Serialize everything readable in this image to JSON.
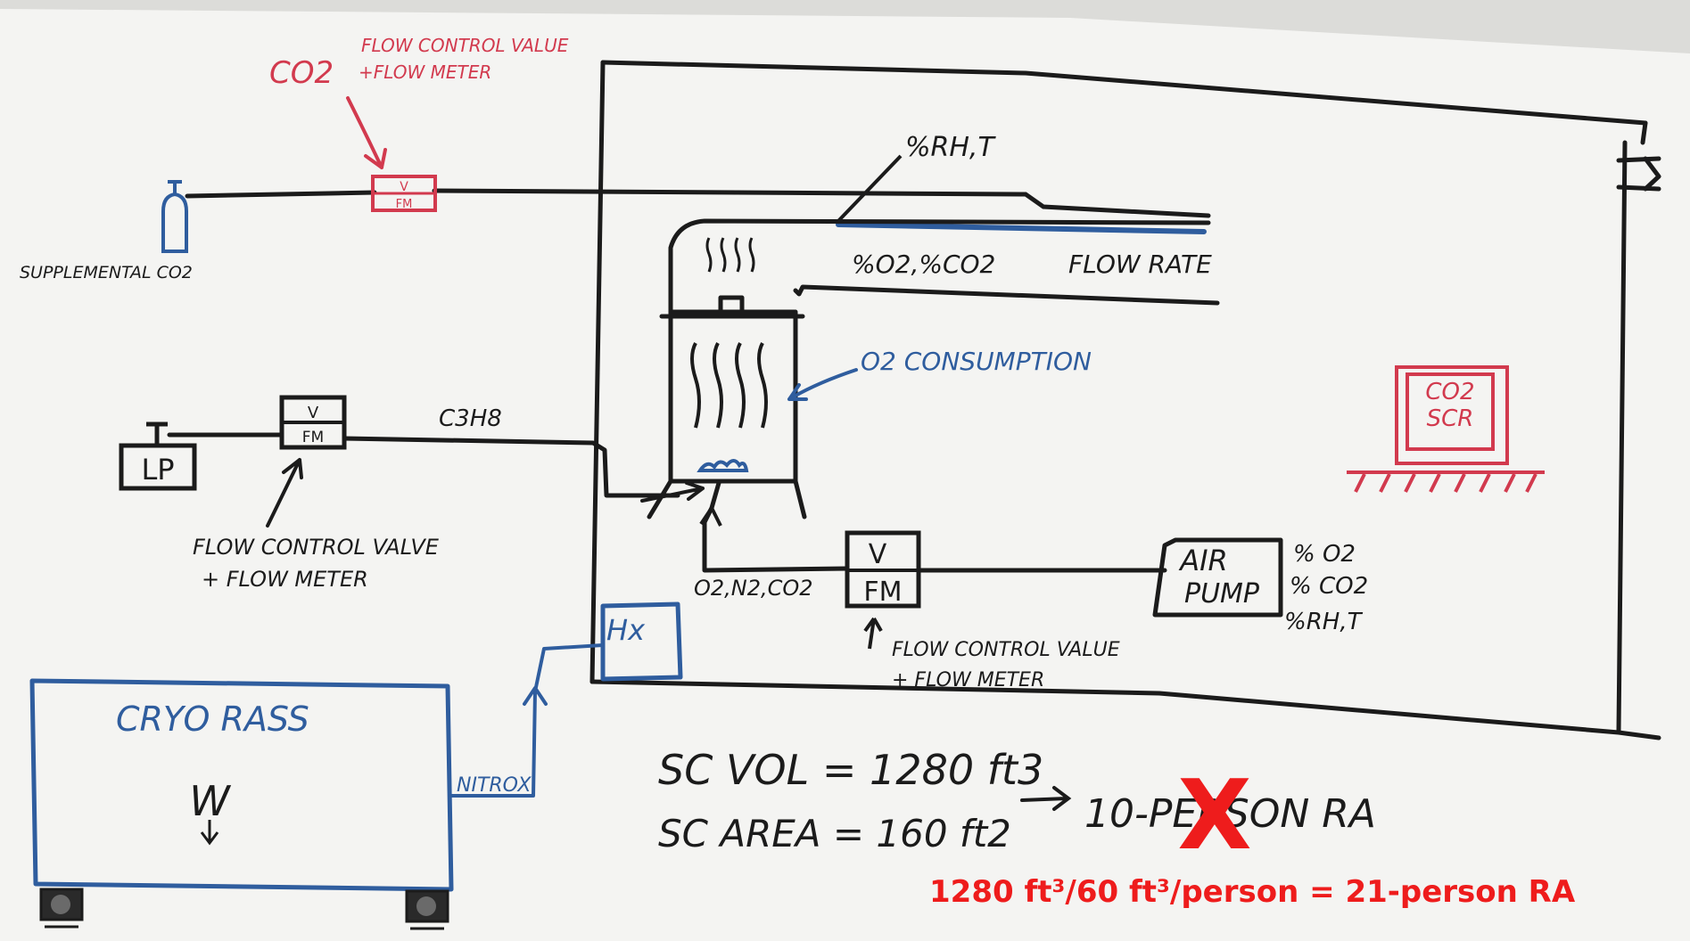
{
  "colors": {
    "ink_black": "#1b1b1b",
    "ink_red": "#d23a4e",
    "ink_blue": "#2f5d9e",
    "annotation_red": "#ee1c1c",
    "board": "#f4f4f2"
  },
  "labels": {
    "co2_note_top": "FLOW CONTROL VALUE",
    "co2_note_main": "CO2",
    "co2_note_sub": "+FLOW METER",
    "supplemental_co2": "SUPPLEMENTAL CO2",
    "fm_top_v": "V",
    "fm_top_fm": "FM",
    "lp_tank": "LP",
    "fm_left_v": "V",
    "fm_left_fm": "FM",
    "propane": "C3H8",
    "flow_valve_left_1": "FLOW CONTROL VALVE",
    "flow_valve_left_2": "+ FLOW METER",
    "rh_t_top": "%RH,T",
    "o2_co2_top": "%O2,%CO2",
    "flow_rate": "FLOW RATE",
    "o2_consumption": "O2 CONSUMPTION",
    "co2_scr_1": "CO2",
    "co2_scr_2": "SCR",
    "o2_n2_co2": "O2,N2,CO2",
    "fm_right_v": "V",
    "fm_right_fm": "FM",
    "air_pump_1": "AIR",
    "air_pump_2": "PUMP",
    "pump_o2": "% O2",
    "pump_co2": "% CO2",
    "pump_rh_t": "%RH,T",
    "flow_valve_right_1": "FLOW CONTROL VALUE",
    "flow_valve_right_2": "+ FLOW METER",
    "hx": "Hx",
    "cryo_rass": "CRYO RASS",
    "cryo_w": "W",
    "nitrox": "NITROX",
    "sc_vol": "SC VOL = 1280 ft3",
    "sc_area": "SC AREA = 160 ft2",
    "ten_person": "10-PERSON RA",
    "red_x": "X",
    "correction": "1280 ft³/60 ft³/person = 21-person RA"
  }
}
